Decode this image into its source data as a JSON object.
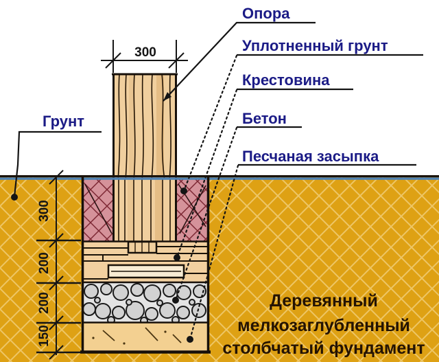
{
  "title": {
    "line1": "Деревянный",
    "line2": "мелкозаглубленный",
    "line3": "столбчатый фундамент"
  },
  "labels": {
    "support": "Опора",
    "compacted_soil": "Уплотненный грунт",
    "crosspiece": "Крестовина",
    "concrete": "Бетон",
    "sand_backfill": "Песчаная засыпка",
    "ground": "Грунт"
  },
  "dimensions": {
    "post_width": "300",
    "depth_layers": [
      "300",
      "200",
      "200",
      "150"
    ]
  },
  "colors": {
    "ground_orange": "#dea114",
    "ground_hatch": "#eec666",
    "compacted_pink": "#d5929a",
    "pink_hatch": "#7c2733",
    "wood_tan": "#f0cf9e",
    "plank_light": "#f8ecd4",
    "concrete_gray": "#e4e4e4",
    "stone_gray": "#d2d2d2",
    "sand_tan": "#f3d091",
    "label_blue": "#1b1b86",
    "title_brown": "#241303",
    "waterline_blue": "#4f82b4"
  }
}
